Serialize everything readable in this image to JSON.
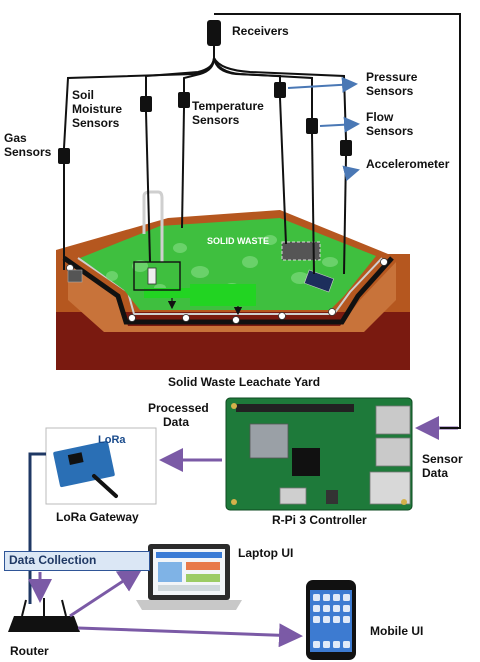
{
  "labels": {
    "receivers": "Receivers",
    "soil_1": "Soil",
    "soil_2": "Moisture",
    "soil_3": "Sensors",
    "temp_1": "Temperature",
    "temp_2": "Sensors",
    "gas_1": "Gas",
    "gas_2": "Sensors",
    "pressure_1": "Pressure",
    "pressure_2": "Sensors",
    "flow_1": "Flow",
    "flow_2": "Sensors",
    "accelerometer": "Accelerometer",
    "solid_waste": "SOLID WASTE",
    "yard_caption": "Solid Waste Leachate Yard",
    "processed_1": "Processed",
    "processed_2": "Data",
    "lora_logo": "LoRa",
    "lora_gateway": "LoRa Gateway",
    "sensor_data_1": "Sensor",
    "sensor_data_2": "Data",
    "rpi_controller": "R-Pi 3 Controller",
    "data_collection": "Data Collection",
    "laptop_ui": "Laptop UI",
    "router": "Router",
    "mobile_ui": "Mobile UI"
  },
  "colors": {
    "soil_brown": "#b5571f",
    "soil_dark": "#7a1a10",
    "waste_green": "#3fbf3f",
    "board_green": "#1e7a3a",
    "arrow_blue": "#4a78b5",
    "arrow_purple": "#7b5aa6",
    "line_black": "#111111"
  }
}
